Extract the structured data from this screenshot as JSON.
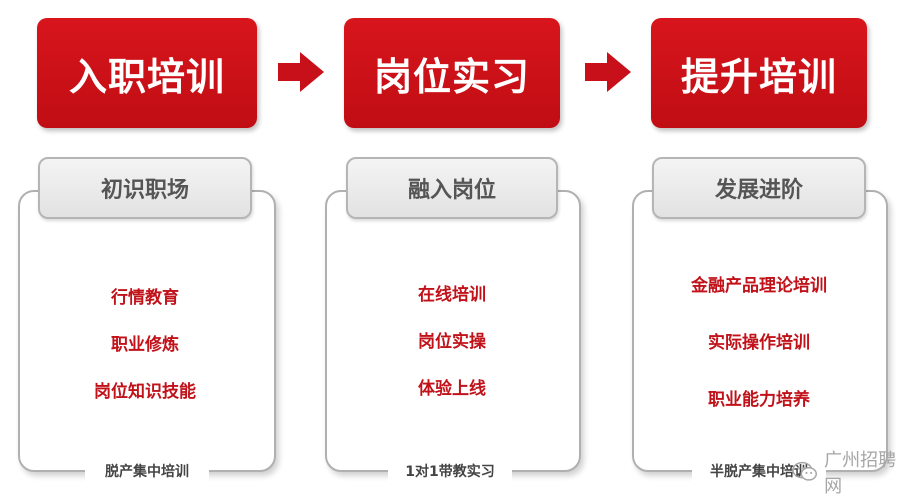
{
  "stages": [
    {
      "title": "入职培训"
    },
    {
      "title": "岗位实习"
    },
    {
      "title": "提升培训"
    }
  ],
  "cards": [
    {
      "heading": "初识职场",
      "items": [
        "行情教育",
        "职业修炼",
        "岗位知识技能"
      ],
      "footer": "脱产集中培训"
    },
    {
      "heading": "融入岗位",
      "items": [
        "在线培训",
        "岗位实操",
        "体验上线"
      ],
      "footer": "1对1带教实习"
    },
    {
      "heading": "发展进阶",
      "items": [
        "金融产品理论培训",
        "实际操作培训",
        "职业能力培养"
      ],
      "footer": "半脱产集中培训"
    }
  ],
  "watermark": {
    "text": "广州招聘网",
    "icon": "wechat-icon"
  },
  "colors": {
    "accent": "#c8101a",
    "item_text": "#c1121a",
    "heading_text": "#555555",
    "border": "#b0b0b0"
  }
}
